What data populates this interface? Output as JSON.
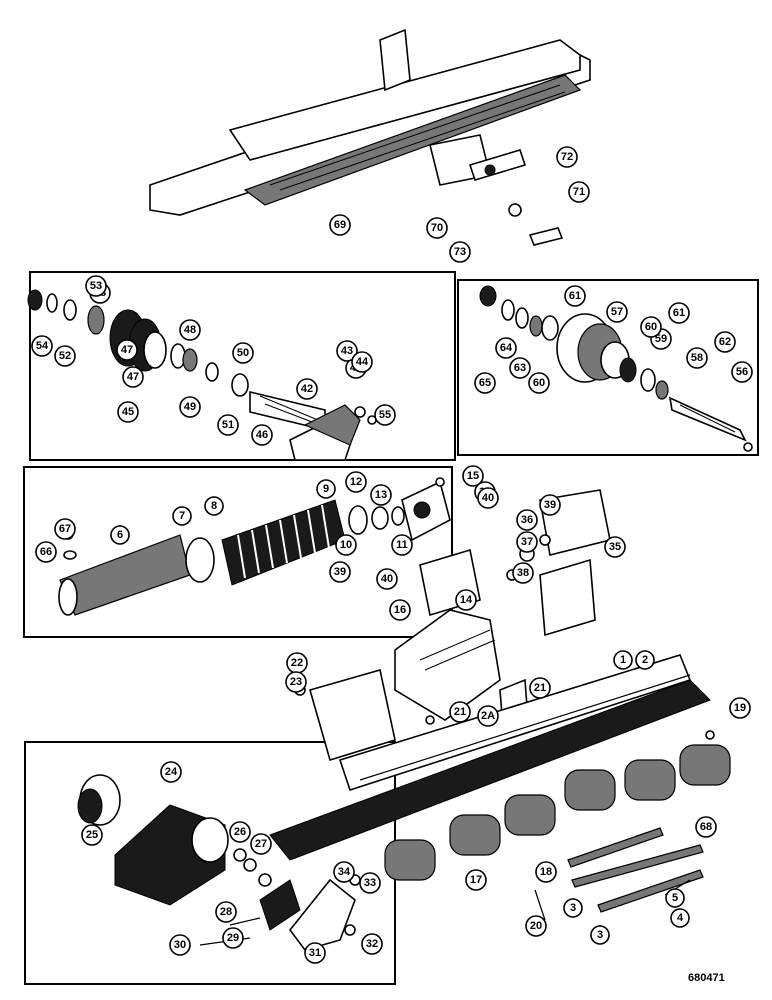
{
  "drawing": {
    "document_number": "680471",
    "callouts": [
      "1",
      "2",
      "2A",
      "3",
      "3",
      "4",
      "5",
      "6",
      "7",
      "8",
      "9",
      "10",
      "11",
      "12",
      "13",
      "14",
      "15",
      "16",
      "16",
      "17",
      "18",
      "19",
      "20",
      "21",
      "21",
      "22",
      "23",
      "24",
      "25",
      "26",
      "27",
      "28",
      "29",
      "30",
      "31",
      "32",
      "33",
      "34",
      "35",
      "36",
      "37",
      "38",
      "39",
      "39",
      "40",
      "40",
      "41",
      "42",
      "43",
      "44",
      "45",
      "46",
      "47",
      "47",
      "48",
      "48",
      "49",
      "50",
      "51",
      "52",
      "53",
      "54",
      "55",
      "56",
      "57",
      "58",
      "59",
      "60",
      "60",
      "61",
      "61",
      "62",
      "63",
      "64",
      "65",
      "66",
      "67",
      "68",
      "69",
      "70",
      "71",
      "72",
      "73"
    ]
  }
}
